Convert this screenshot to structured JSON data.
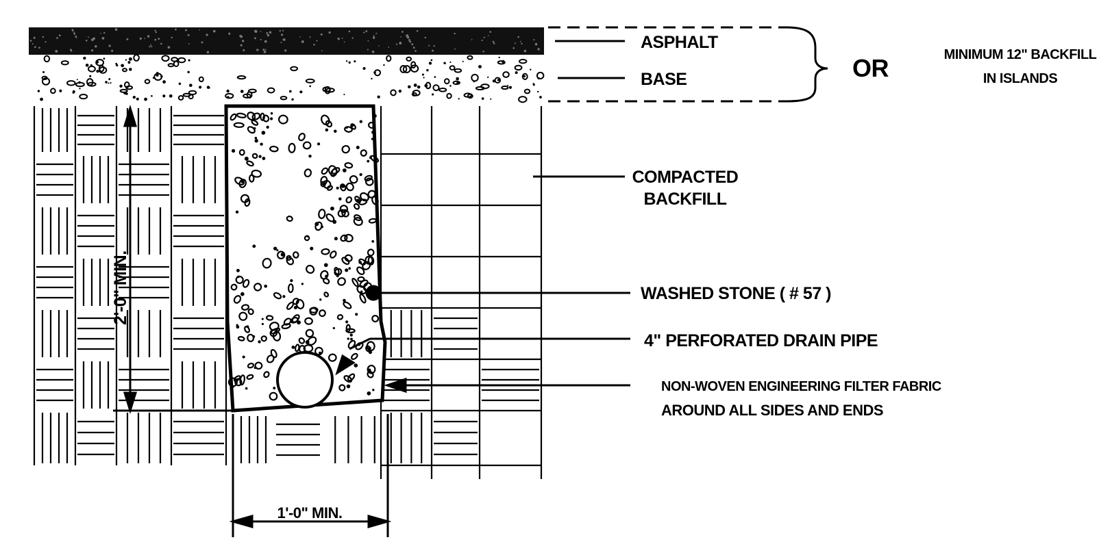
{
  "labels": {
    "asphalt": "ASPHALT",
    "base": "BASE",
    "or": "OR",
    "minimum_line1": "MINIMUM 12\" BACKFILL",
    "minimum_line2": "IN ISLANDS",
    "compacted_line1": "COMPACTED",
    "compacted_line2": "BACKFILL",
    "washed_stone": "WASHED STONE ( # 57 )",
    "drain_pipe": "4\" PERFORATED DRAIN PIPE",
    "fabric_line1": "NON-WOVEN ENGINEERING FILTER FABRIC",
    "fabric_line2": "AROUND ALL SIDES AND ENDS",
    "depth_dim": "2'-0\" MIN.",
    "width_dim": "1'-0\" MIN."
  },
  "colors": {
    "ink": "#000000",
    "paper": "#ffffff"
  }
}
